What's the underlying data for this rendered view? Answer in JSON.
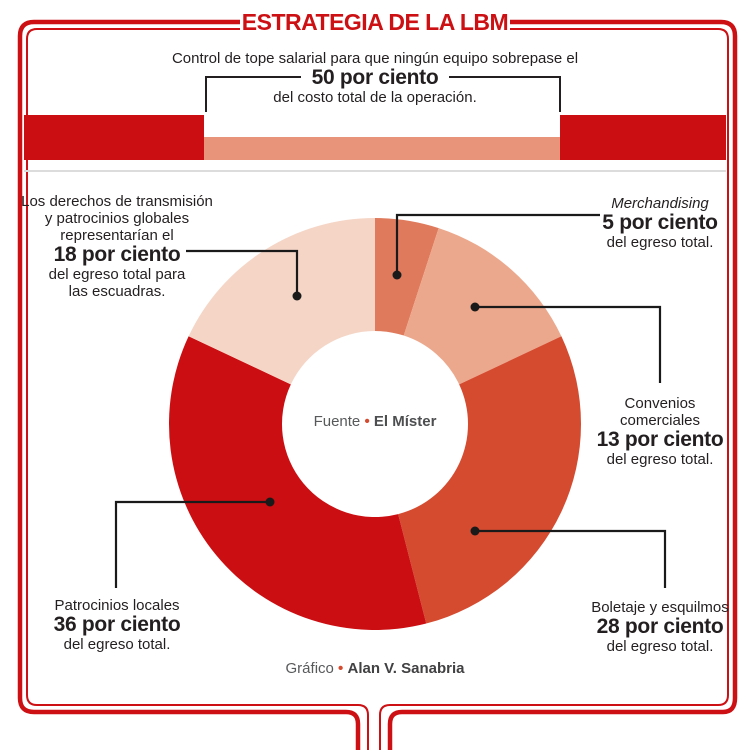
{
  "header": {
    "title": "ESTRATEGIA DE LA LBM"
  },
  "salary_cap": {
    "line1": "Control de tope salarial para que ningún equipo sobrepase el",
    "value": "50 por ciento",
    "line2": "del costo total de la operación."
  },
  "callouts": {
    "transmision": {
      "pre0": "Los derechos de transmisión",
      "pre1": "y patrocinios globales",
      "pre2": "representarían el",
      "value": "18 por ciento",
      "post0": "del egreso total para",
      "post1": "las escuadras."
    },
    "merchandising": {
      "pre0": "Merchandising",
      "value": "5 por ciento",
      "post0": "del egreso total."
    },
    "convenios": {
      "pre0": "Convenios",
      "pre1": "comerciales",
      "value": "13 por ciento",
      "post0": "del egreso total."
    },
    "boletaje": {
      "pre0": "Boletaje y esquilmos",
      "value": "28 por ciento",
      "post0": "del egreso total."
    },
    "patrocinios": {
      "pre0": "Patrocinios locales",
      "value": "36 por ciento",
      "post0": "del egreso total."
    }
  },
  "source": {
    "prefix": "Fuente",
    "bullet": "•",
    "name": "El Míster"
  },
  "credit": {
    "prefix": "Gráfico",
    "bullet": "•",
    "name": "Alan V. Sanabria"
  },
  "colors": {
    "brand_red": "#cb0e12",
    "border_red": "#cc1013",
    "bar_salmon": "#e7947a",
    "ink": "#231f20",
    "gray_text": "#58595b",
    "leader_line": "#1a1a1a"
  },
  "chart_data": {
    "type": "pie",
    "subtype": "donut",
    "title": "ESTRATEGIA DE LA LBM",
    "center_label": "Fuente • El Míster",
    "units": "por ciento del egreso total",
    "annotation": "Control de tope salarial para que ningún equipo sobrepase el 50 por ciento del costo total de la operación.",
    "segments": [
      {
        "label": "Merchandising",
        "value": 5,
        "color": "#df7a5c"
      },
      {
        "label": "Convenios comerciales",
        "value": 13,
        "color": "#eca88c"
      },
      {
        "label": "Boletaje y esquilmos",
        "value": 28,
        "color": "#d54b30"
      },
      {
        "label": "Patrocinios locales",
        "value": 36,
        "color": "#cb0e12"
      },
      {
        "label": "Derechos de transmisión y patrocinios globales",
        "value": 18,
        "color": "#f5d5c6"
      }
    ]
  }
}
